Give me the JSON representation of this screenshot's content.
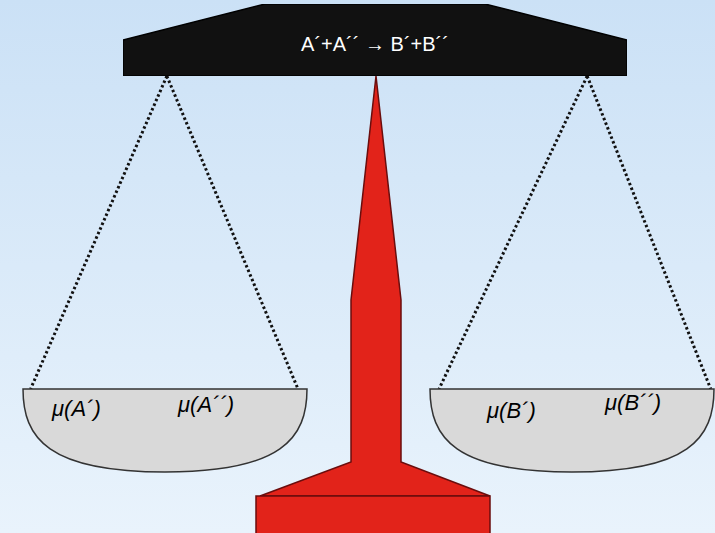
{
  "diagram": {
    "nodes": [
      {
        "text": [
          "A´+A´´ → B´+B´´"
        ]
      },
      {
        "text": [
          "μ(A´)",
          "μ(A´´)"
        ]
      },
      {
        "text": [
          "μ(B´)",
          "μ(B´´)"
        ]
      }
    ],
    "edges": [
      {
        "from": 0,
        "to": 1,
        "arrow": "none"
      },
      {
        "from": 0,
        "to": 1,
        "arrow": "none"
      },
      {
        "from": 0,
        "to": 2,
        "arrow": "none"
      },
      {
        "from": 0,
        "to": 2,
        "arrow": "none"
      }
    ]
  }
}
